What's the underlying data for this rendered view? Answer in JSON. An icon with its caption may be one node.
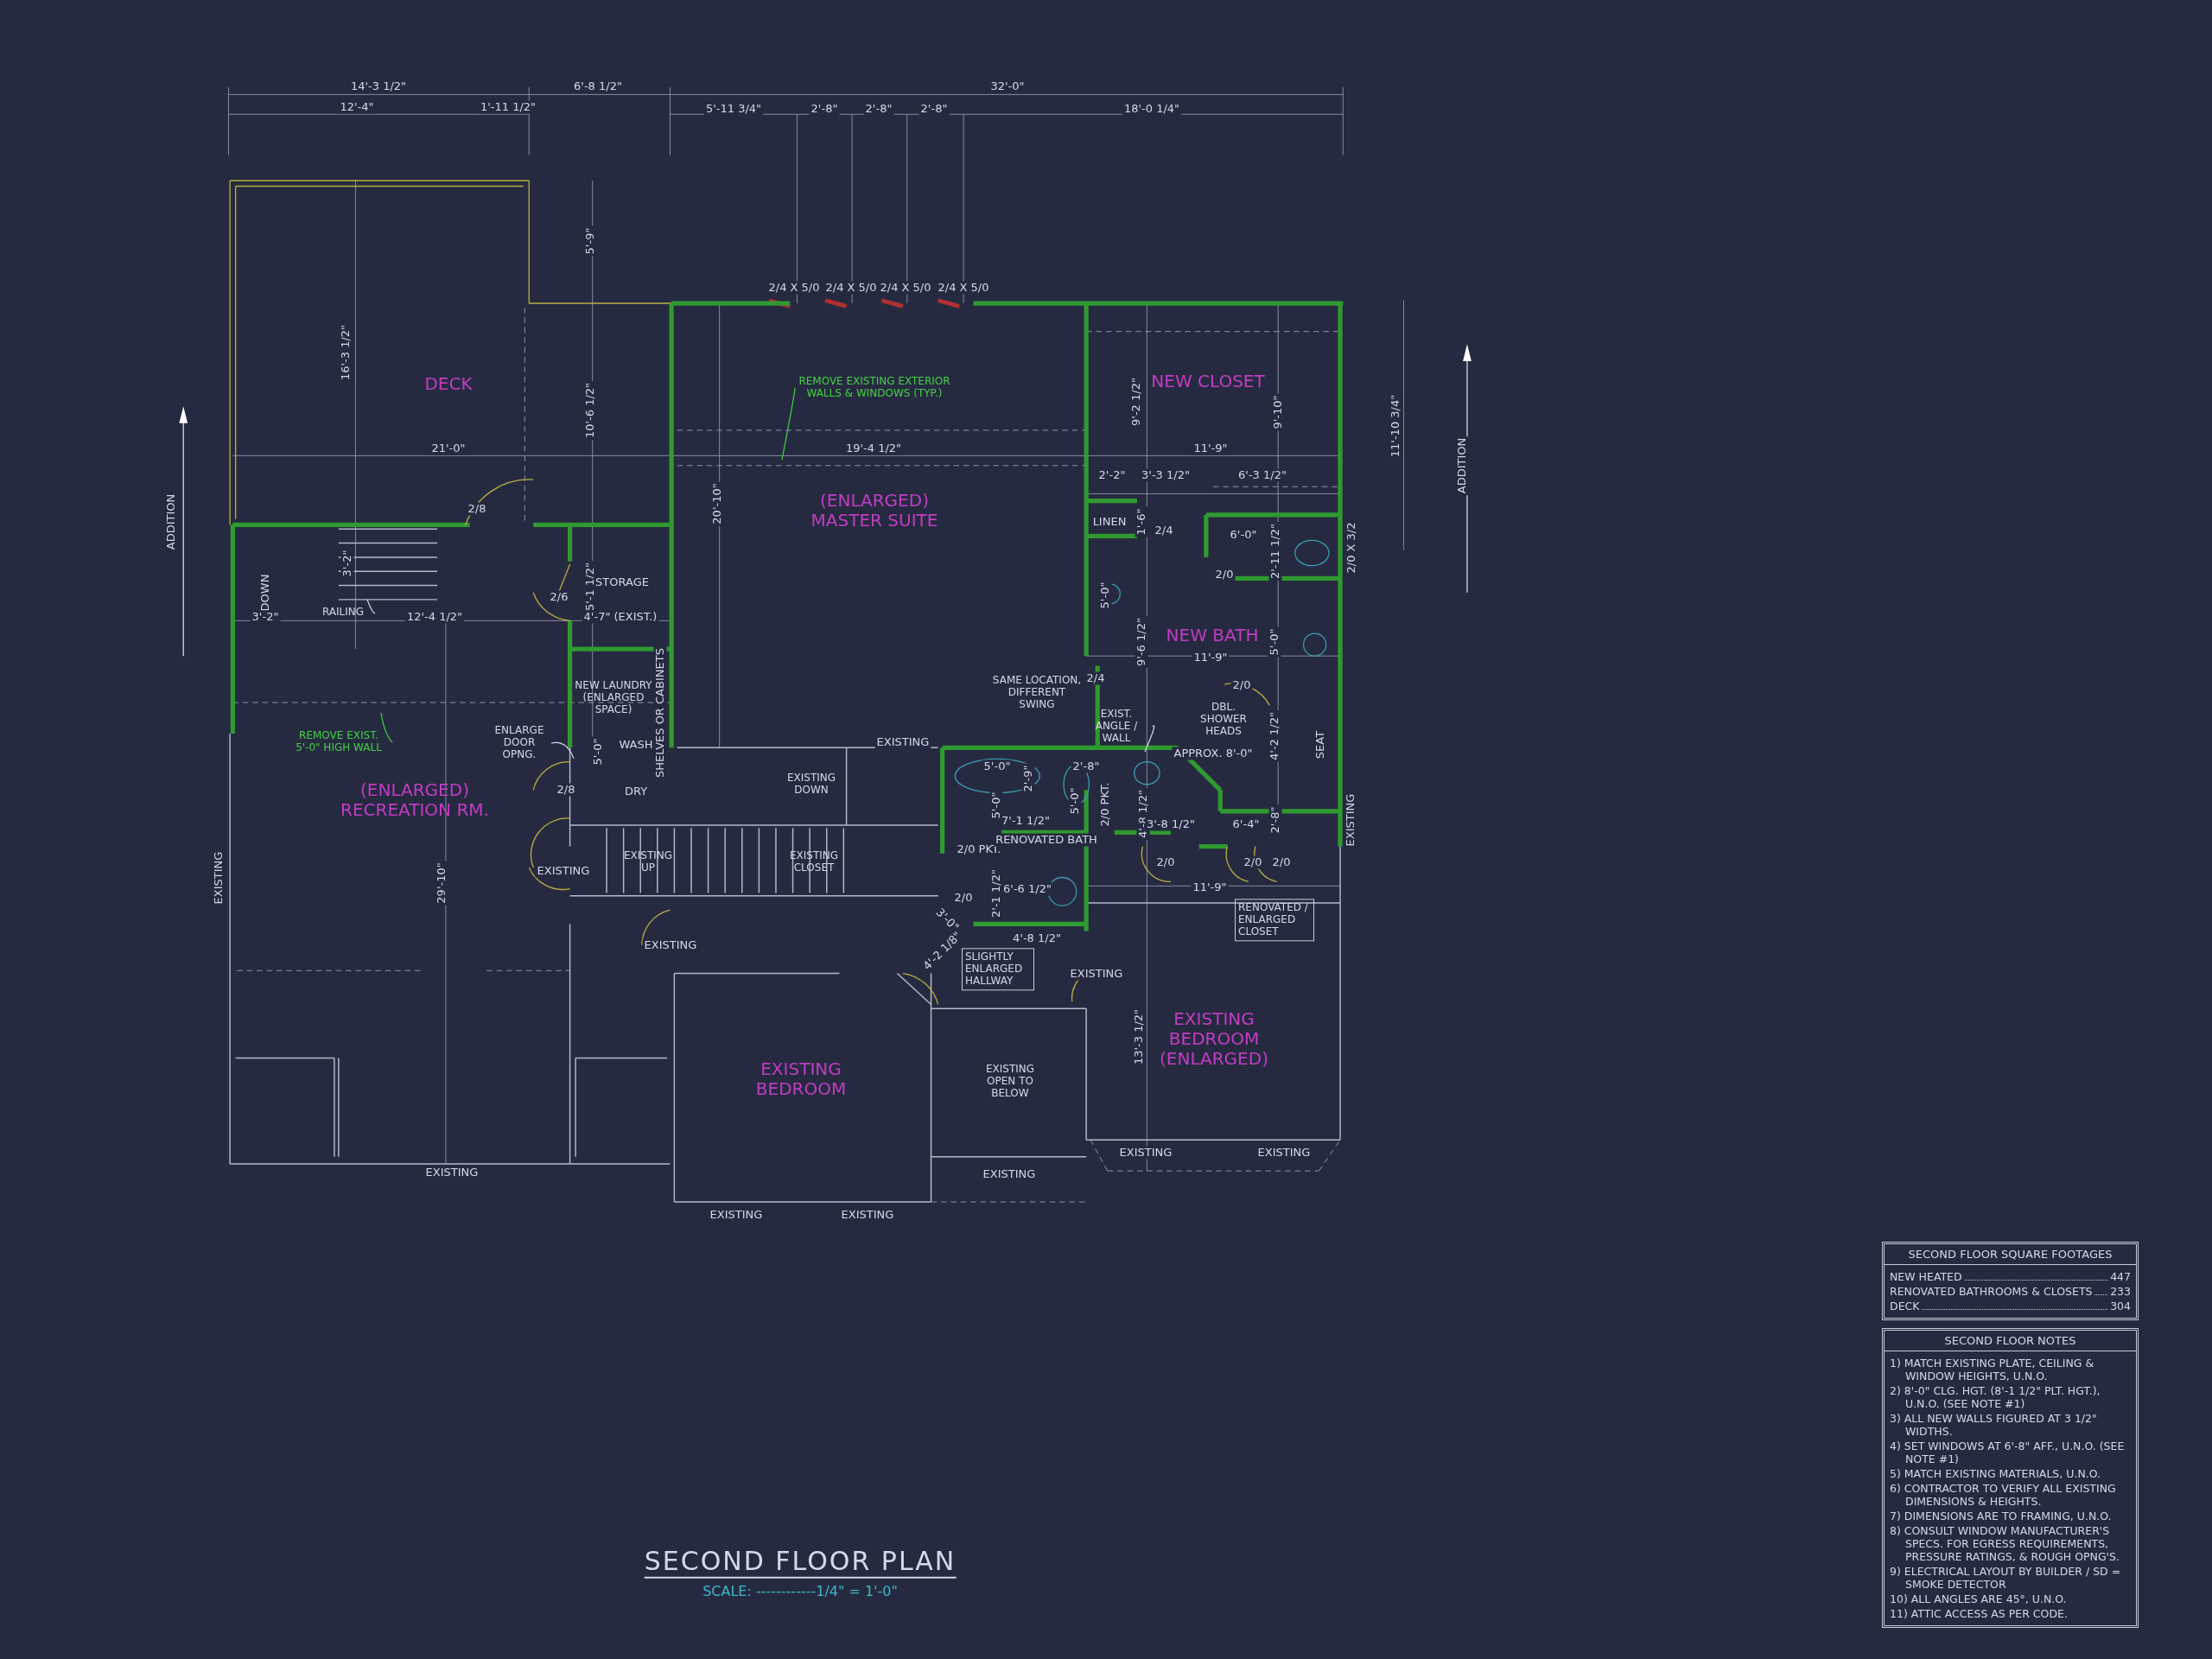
{
  "diagram": {
    "title": "SECOND FLOOR PLAN",
    "nodes": [
      {
        "text": [
          "REMOVE EXISTING EXTERIOR WALLS & WINDOWS (TYP.)"
        ]
      },
      {
        "text": [
          "REMOVE EXIST. 5'-0\" HIGH WALL"
        ]
      },
      {
        "text": [
          "RAILING"
        ]
      },
      {
        "text": [
          "ENLARGE DOOR OPNG."
        ]
      },
      {
        "text": [
          "EXIST. ANGLE / WALL"
        ]
      },
      {
        "text": [
          "SLIGHTLY ENLARGED HALLWAY"
        ]
      },
      {
        "text": [
          "RENOVATED / ENLARGED CLOSET"
        ]
      },
      {
        "text": [
          "SECOND FLOOR SQUARE FOOTAGES",
          "NEW HEATED",
          "447",
          "RENOVATED BATHROOMS & CLOSETS",
          "233",
          "DECK",
          "304"
        ]
      },
      {
        "text": [
          "SECOND FLOOR NOTES",
          "1) MATCH EXISTING PLATE, CEILING & WINDOW HEIGHTS, U.N.O.",
          "2) 8'-0\" CLG. HGT. (8'-1 1/2\" PLT. HGT.), U.N.O. (SEE NOTE #1)",
          "3) ALL NEW WALLS FIGURED AT 3 1/2\" WIDTHS.",
          "4) SET WINDOWS AT 6'-8\" AFF., U.N.O. (SEE NOTE #1)",
          "5) MATCH EXISTING MATERIALS, U.N.O.",
          "6) CONTRACTOR TO VERIFY ALL EXISTING DIMENSIONS & HEIGHTS.",
          "7) DIMENSIONS ARE TO FRAMING, U.N.O.",
          "8) CONSULT WINDOW MANUFACTURER'S SPECS. FOR EGRESS REQUIREMENTS, PRESSURE RATINGS, & ROUGH OPNG'S.",
          "9) ELECTRICAL LAYOUT BY BUILDER / SD = SMOKE DETECTOR",
          "10) ALL ANGLES ARE 45°, U.N.O.",
          "11) ATTIC ACCESS AS PER CODE."
        ]
      }
    ],
    "edges": [
      {
        "from": 0,
        "to": null,
        "arrow": "none",
        "color": "#45d145"
      },
      {
        "from": 1,
        "to": null,
        "arrow": "none",
        "color": "#45d145"
      },
      {
        "from": 2,
        "to": null,
        "arrow": "none"
      },
      {
        "from": 3,
        "to": null,
        "arrow": "none"
      },
      {
        "from": 4,
        "to": null,
        "arrow": "none"
      }
    ],
    "labels": [
      "14'-3 1/2\"",
      "6'-8 1/2\"",
      "32'-0\"",
      "12'-4\"",
      "1'-11 1/2\"",
      "5'-11 3/4\"",
      "2'-8\"",
      "2'-8\"",
      "2'-8\"",
      "18'-0 1/4\"",
      "5'-9\"",
      "2/4 X 5/0",
      "2/4 X 5/0",
      "2/4 X 5/0",
      "2/4 X 5/0",
      "16'-3 1/2\"",
      "DECK",
      "NEW CLOSET",
      "10'-6 1/2\"",
      "9'-2 1/2\"",
      "9'-10\"",
      "11'-10 3/4\"",
      "21'-0\"",
      "19'-4 1/2\"",
      "11'-9\"",
      "2'-2\"",
      "3'-3 1/2\"",
      "6'-3 1/2\"",
      "ADDITION",
      "ADDITION",
      "2/8",
      "20'-10\"",
      "(ENLARGED) MASTER SUITE",
      "LINEN",
      "1'-6\"",
      "2/4",
      "6'-0\"",
      "2'-11 1/2\"",
      "2/0 X 3/2",
      "DOWN",
      "3'-2\"",
      "2/6",
      "5'-1 1/2\"",
      "STORAGE",
      "5'-0\"",
      "2/0",
      "3'-2\"",
      "12'-4 1/2\"",
      "4'-7\" (EXIST.)",
      "9'-6 1/2\"",
      "NEW BATH",
      "5'-0\"",
      "11'-9\"",
      "NEW LAUNDRY (ENLARGED SPACE)",
      "SAME LOCATION, DIFFERENT SWING",
      "2/4",
      "2/0",
      "SHELVES OR CABINETS",
      "DBL. SHOWER HEADS",
      "5'-0\"",
      "WASH",
      "EXISTING",
      "APPROX. 8'-0\"",
      "4'-2 1/2\"",
      "SEAT",
      "2/8",
      "DRY",
      "EXISTING DOWN",
      "5'-0\"",
      "2'-9\"",
      "2'-8\"",
      "(ENLARGED) RECREATION RM.",
      "5'-0\"",
      "7'-1 1/2\"",
      "5'-0\"",
      "2/0 PKT.",
      "4'-8 1/2\"",
      "3'-8 1/2\"",
      "6'-4\"",
      "2'-8\"",
      "EXISTING",
      "EXISTING",
      "29'-10\"",
      "EXISTING",
      "EXISTING UP",
      "EXISTING CLOSET",
      "2/0 PKT.",
      "RENOVATED BATH",
      "2/0",
      "2/0",
      "2/0",
      "2/0",
      "2'-1 1/2\"",
      "6'-6 1/2\"",
      "11'-9\"",
      "3'-0\"",
      "EXISTING",
      "4'-2 1/8\"",
      "4'-8 1/2\"",
      "EXISTING",
      "13'-3 1/2\"",
      "EXISTING BEDROOM (ENLARGED)",
      "EXISTING BEDROOM",
      "EXISTING OPEN TO BELOW",
      "EXISTING",
      "EXISTING",
      "EXISTING",
      "EXISTING",
      "EXISTING",
      "EXISTING",
      "SCALE: ------------1/4\" = 1'-0\""
    ]
  }
}
